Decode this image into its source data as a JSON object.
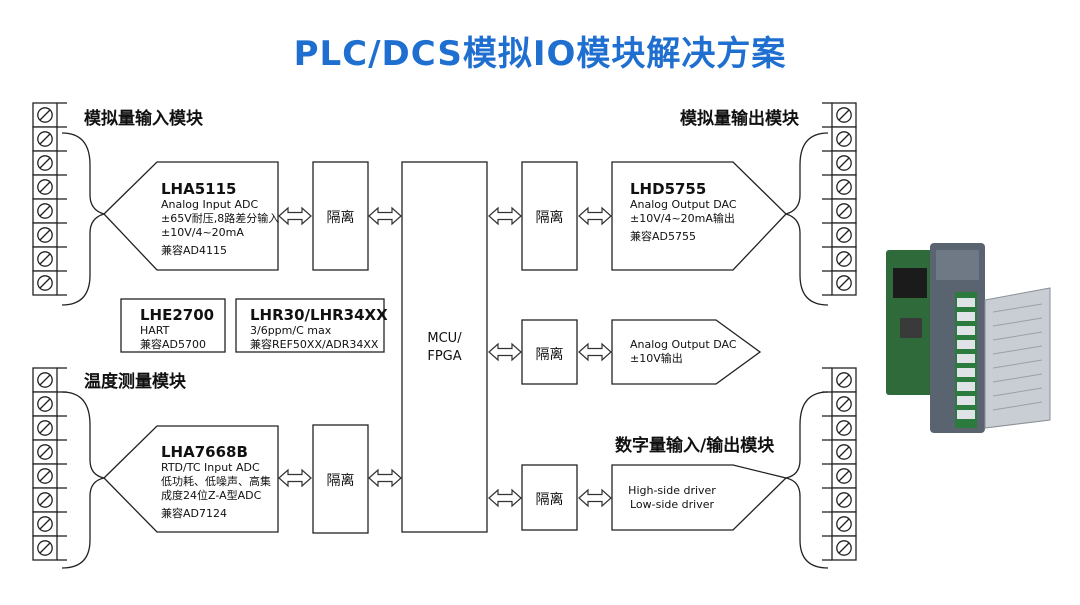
{
  "title": "PLC/DCS模拟IO模块解决方案",
  "colors": {
    "title": "#1f6fd0",
    "line": "#222222",
    "fill": "#ffffff"
  },
  "sections": {
    "analog_input": "模拟量输入模块",
    "analog_output": "模拟量输出模块",
    "temperature": "温度测量模块",
    "digital_io": "数字量输入/输出模块"
  },
  "isolation_label": "隔离",
  "mcu": {
    "line1": "MCU/",
    "line2": "FPGA"
  },
  "lha5115": {
    "name": "LHA5115",
    "line1": "Analog Input ADC",
    "line2": "±65V耐压,8路差分输入",
    "line3": "±10V/4~20mA",
    "compat": "兼容AD4115"
  },
  "lha7668b": {
    "name": "LHA7668B",
    "line1": "RTD/TC Input ADC",
    "line2": "低功耗、低噪声、高集",
    "line3": "成度24位Z-A型ADC",
    "compat": "兼容AD7124"
  },
  "lhe2700": {
    "name": "LHE2700",
    "line1": "HART",
    "compat": "兼容AD5700"
  },
  "lhr30": {
    "name": "LHR30/LHR34XX",
    "line1": "3/6ppm/C max",
    "compat": "兼容REF50XX/ADR34XX"
  },
  "lhd5755": {
    "name": "LHD5755",
    "line1": "Analog Output DAC",
    "line2": "±10V/4~20mA输出",
    "compat": "兼容AD5755"
  },
  "dac2": {
    "line1": "Analog Output DAC",
    "line2": "±10V输出"
  },
  "driver": {
    "line1": "High-side driver",
    "line2": "Low-side driver"
  },
  "module_image": {
    "icon": "plc-io-module-photo",
    "colors": [
      "#5a6470",
      "#2f6b3a",
      "#c9ced4"
    ]
  }
}
